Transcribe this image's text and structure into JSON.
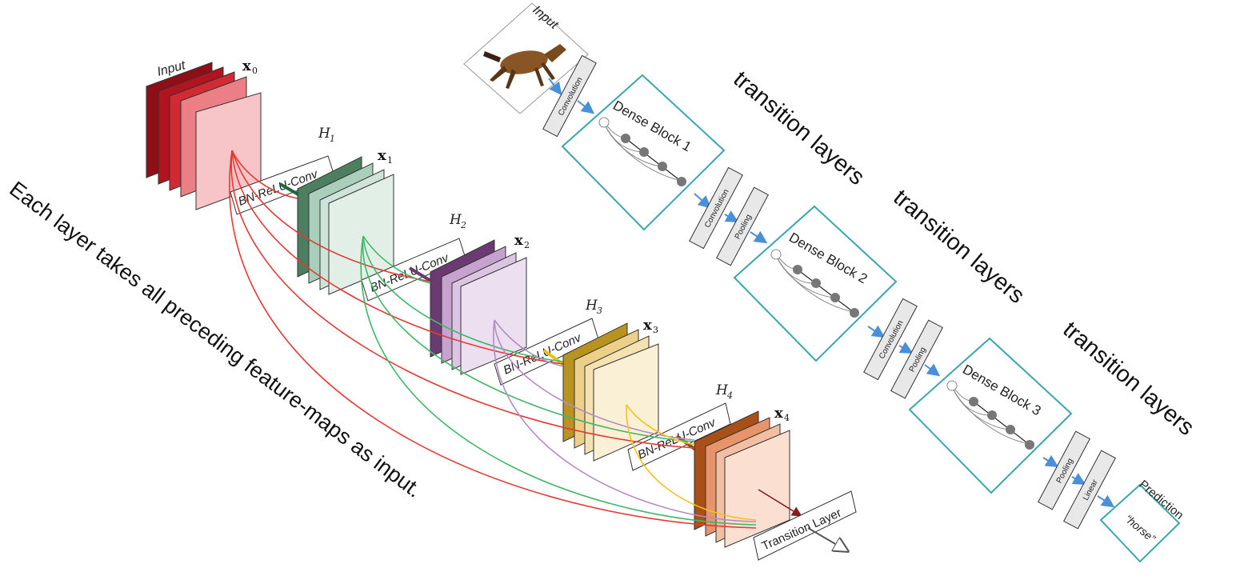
{
  "left_figure": {
    "input_label": "Input",
    "x_labels": [
      "x",
      "x",
      "x",
      "x",
      "x"
    ],
    "x_subscripts": [
      "0",
      "1",
      "2",
      "3",
      "4"
    ],
    "h_labels": [
      "H",
      "H",
      "H",
      "H"
    ],
    "h_subscripts": [
      "1",
      "2",
      "3",
      "4"
    ],
    "op_label": "BN-ReLU-Conv",
    "transition_label": "Transition Layer",
    "caption": "Each layer takes all preceding feature-maps as input.",
    "colors": {
      "x0": "#c0202a",
      "x1": "#3e7a5a",
      "x2": "#6b3a73",
      "x3": "#c9a22a",
      "x4": "#b5561c",
      "arrow_red": "#e53935",
      "arrow_green": "#3fb86a",
      "arrow_purple": "#b48cc4",
      "arrow_yellow": "#f2c21b"
    }
  },
  "right_figure": {
    "input_label": "Input",
    "dense_blocks": [
      "Dense Block 1",
      "Dense Block 2",
      "Dense Block 3"
    ],
    "ops": {
      "convolution": "Convolution",
      "pooling": "Pooling",
      "linear": "Linear"
    },
    "prediction_label": "Prediction",
    "prediction_value": "“horse”",
    "annotations": [
      "transition layers",
      "transition layers",
      "transition layers"
    ],
    "colors": {
      "block_border": "#3aa7ad",
      "arrow_blue": "#4a90d9",
      "op_fill": "#e8e8e8"
    }
  }
}
